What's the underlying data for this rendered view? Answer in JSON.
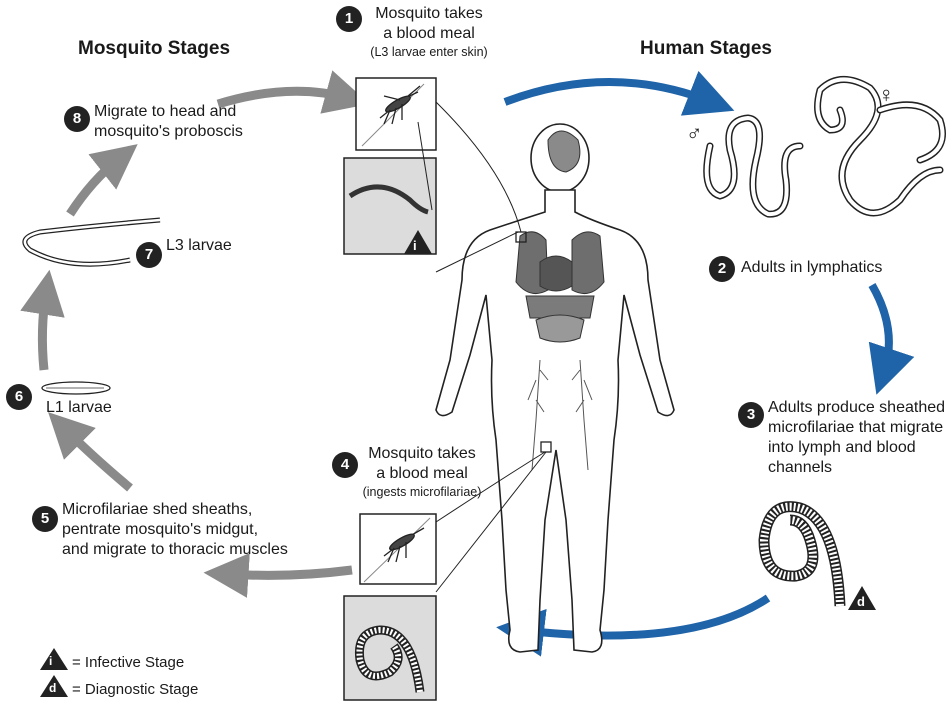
{
  "headings": {
    "mosquito_stages": "Mosquito Stages",
    "human_stages": "Human Stages"
  },
  "steps": {
    "s1": {
      "number": "1",
      "line1": "Mosquito takes",
      "line2": "a blood meal",
      "sub": "(L3 larvae enter skin)"
    },
    "s2": {
      "number": "2",
      "text": "Adults in lymphatics"
    },
    "s3": {
      "number": "3",
      "line1": "Adults produce sheathed",
      "line2": "microfilariae that migrate",
      "line3": "into lymph and blood",
      "line4": "channels"
    },
    "s4": {
      "number": "4",
      "line1": "Mosquito takes",
      "line2": "a blood meal",
      "sub": "(ingests microfilariae)"
    },
    "s5": {
      "number": "5",
      "line1": "Microfilariae shed sheaths,",
      "line2": "pentrate mosquito's midgut,",
      "line3": "and migrate to thoracic muscles"
    },
    "s6": {
      "number": "6",
      "text": "L1 larvae"
    },
    "s7": {
      "number": "7",
      "text": "L3 larvae"
    },
    "s8": {
      "number": "8",
      "line1": "Migrate to head and",
      "line2": "mosquito's proboscis"
    }
  },
  "symbols": {
    "male": "♂",
    "female": "♀",
    "infective_letter": "i",
    "diagnostic_letter": "d"
  },
  "legend": {
    "infective": "= Infective Stage",
    "diagnostic": "= Diagnostic Stage"
  },
  "colors": {
    "human_arrow": "#1f63a8",
    "mosquito_arrow": "#8a8a8a",
    "body_organs": "#6e6e6e",
    "panel_grey": "#dcdcdc"
  }
}
